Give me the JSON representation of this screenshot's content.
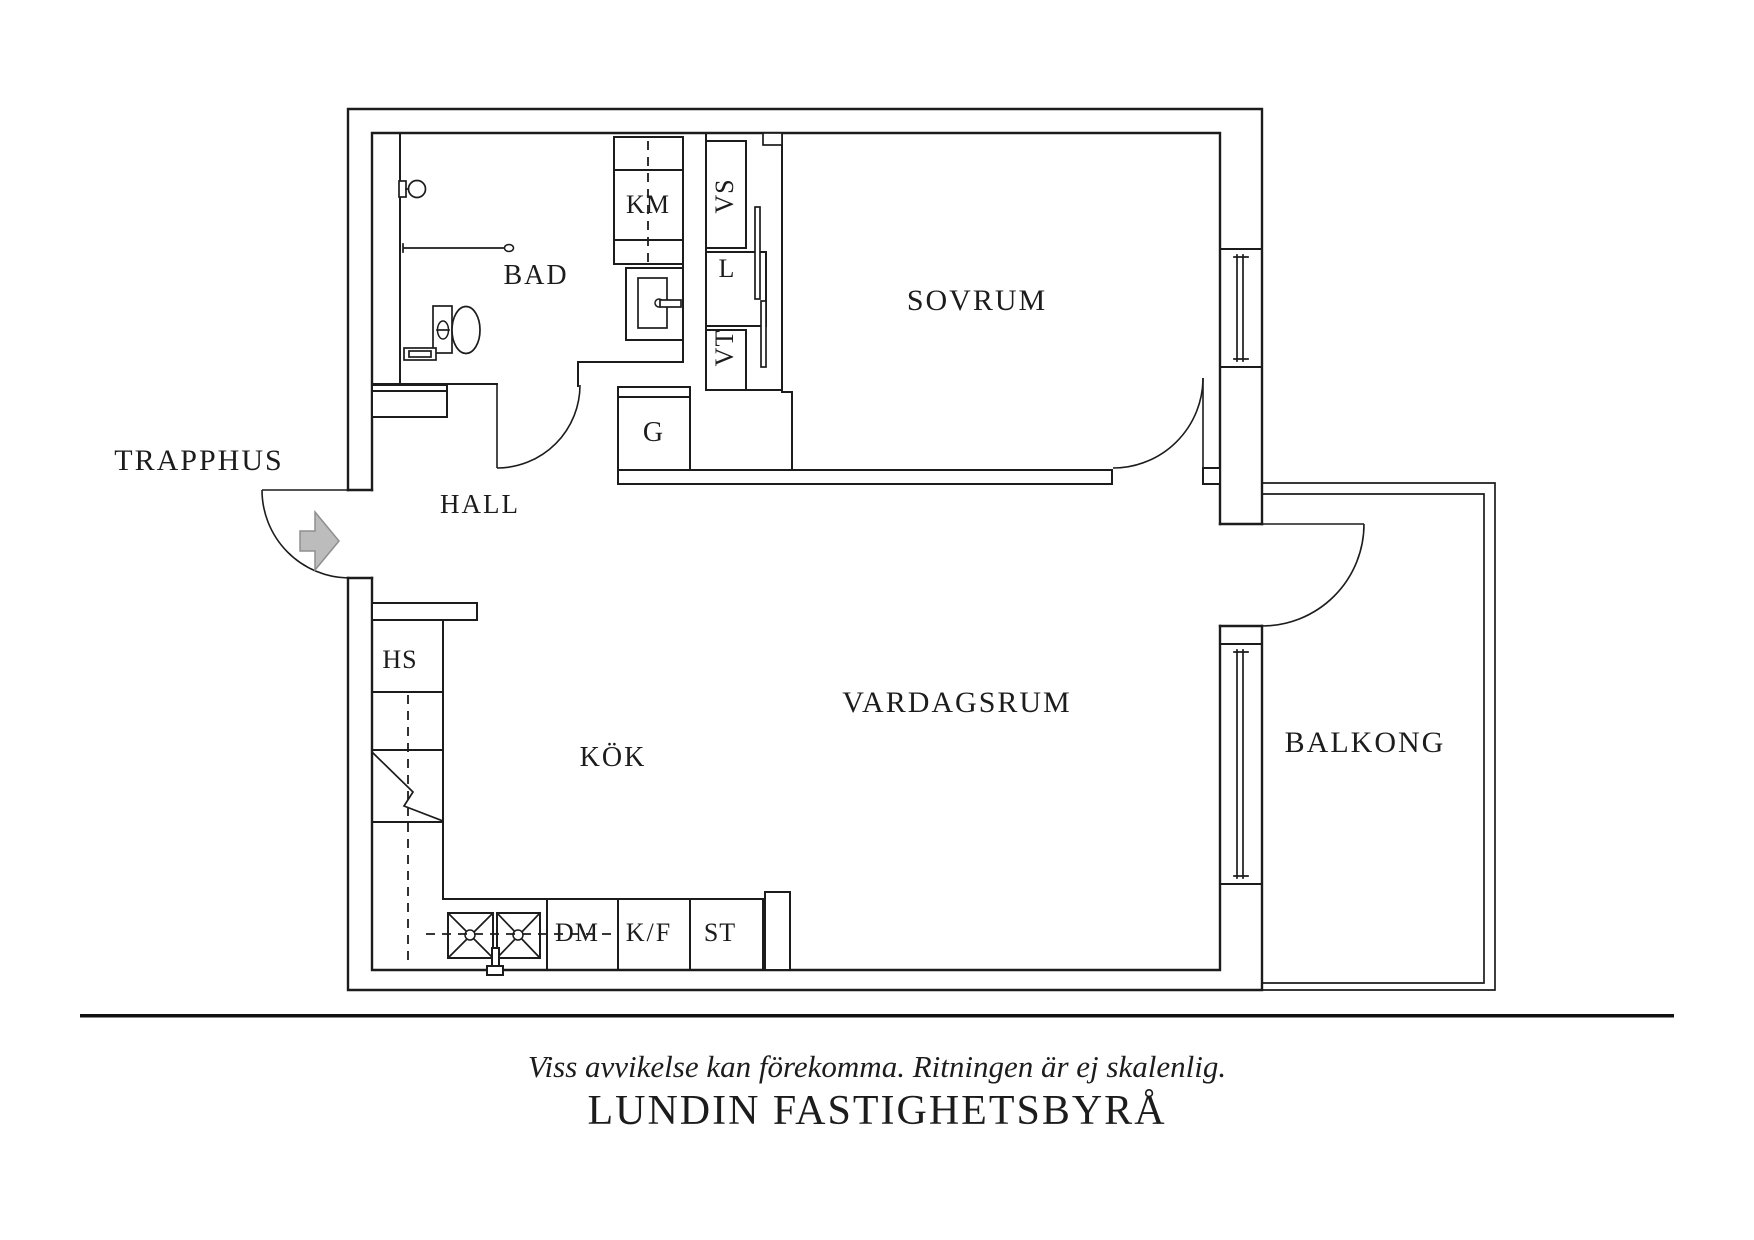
{
  "page": {
    "background": "#ffffff",
    "line_color": "#1c1c1c",
    "arrow_color": "#bcbcbc"
  },
  "floorplan": {
    "rooms": {
      "trapphus": "TRAPPHUS",
      "hall": "HALL",
      "bad": "BAD",
      "sovrum": "SOVRUM",
      "kok": "KÖK",
      "vardagsrum": "VARDAGSRUM",
      "balkong": "BALKONG"
    },
    "closets": {
      "km": "KM",
      "vs": "VS",
      "l": "L",
      "vt": "VT",
      "g": "G",
      "hs": "HS"
    },
    "kitchen_units": {
      "dm": "DM",
      "kf": "K/F",
      "st": "ST"
    }
  },
  "footer": {
    "disclaimer": "Viss avvikelse kan förekomma. Ritningen är ej skalenlig.",
    "brand": "LUNDIN FASTIGHETSBYRÅ"
  }
}
